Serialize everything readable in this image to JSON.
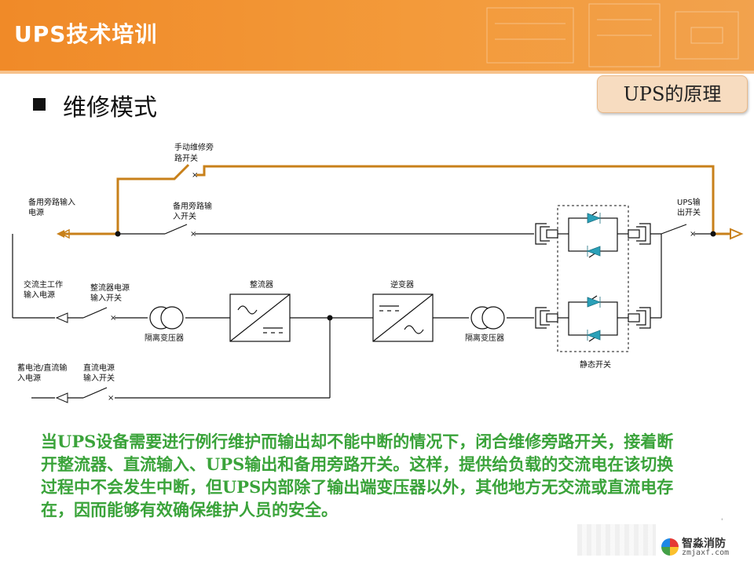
{
  "header": {
    "title": "UPS技术培训"
  },
  "section_badge": "UPS的原理",
  "heading": "维修模式",
  "diagram": {
    "labels": {
      "manual_bypass_switch": [
        "手动维修旁",
        "路开关"
      ],
      "standby_bypass_source": [
        "备用旁路输入",
        "电源"
      ],
      "standby_bypass_switch": [
        "备用旁路输",
        "入开关"
      ],
      "ups_output_switch": [
        "UPS输",
        "出开关"
      ],
      "ac_main_source": [
        "交流主工作",
        "输入电源"
      ],
      "rectifier_power_switch": [
        "整流器电源",
        "输入开关"
      ],
      "rectifier": "整流器",
      "inverter": "逆变器",
      "isolation_transformer_1": "隔离变压器",
      "isolation_transformer_2": "隔离变压器",
      "static_switch": "静态开关",
      "battery_dc_source": [
        "蓄电池/直流输",
        "入电源"
      ],
      "dc_power_switch": [
        "直流电源",
        "输入开关"
      ]
    },
    "colors": {
      "highlight_path": "#c8801a",
      "wire": "#111111",
      "thyristor": "#2aa0b8"
    }
  },
  "paragraph": "当UPS设备需要进行例行维护而输出却不能中断的情况下，闭合维修旁路开关，接着断开整流器、直流输入、UPS输出和备用旁路开关。这样，提供给负载的交流电在该切换过程中不会发生中断，但UPS内部除了输出端变压器以外，其他地方无交流或直流电存在，因而能够有效确保维护人员的安全。",
  "watermark": {
    "name": "智淼消防",
    "url": "zmjaxf.com"
  }
}
